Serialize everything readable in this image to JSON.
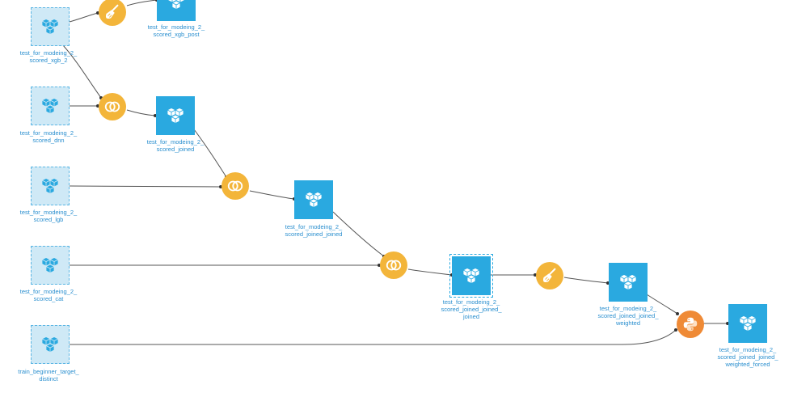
{
  "flow": {
    "datasets": {
      "d1": {
        "label": "test_for_modeing_2_\nscored_xgb_2",
        "icon": "dataset-cubes-icon"
      },
      "d2": {
        "label": "test_for_modeing_2_\nscored_dnn",
        "icon": "dataset-cubes-icon"
      },
      "d3": {
        "label": "test_for_modeing_2_\nscored_lgb",
        "icon": "dataset-cubes-icon"
      },
      "d4": {
        "label": "test_for_modeing_2_\nscored_cat",
        "icon": "dataset-cubes-icon"
      },
      "d5": {
        "label": "train_beginner_target_\ndistinct",
        "icon": "dataset-cubes-icon"
      },
      "o1": {
        "label": "test_for_modeing_2_\nscored_xgb_post",
        "icon": "dataset-cubes-icon"
      },
      "o2": {
        "label": "test_for_modeing_2_\nscored_joined",
        "icon": "dataset-cubes-icon"
      },
      "o3": {
        "label": "test_for_modeing_2_\nscored_joined_joined",
        "icon": "dataset-cubes-icon"
      },
      "o4": {
        "label": "test_for_modeing_2_\nscored_joined_joined_\njoined",
        "icon": "dataset-cubes-icon"
      },
      "o5": {
        "label": "test_for_modeing_2_\nscored_joined_joined_\nweighted",
        "icon": "dataset-cubes-icon"
      },
      "o6": {
        "label": "test_for_modeing_2_\nscored_joined_joined_\nweighted_forced",
        "icon": "dataset-cubes-icon"
      }
    },
    "recipes": {
      "r1": {
        "icon": "broom-icon",
        "type": "prepare",
        "color": "#f3b53a"
      },
      "r2": {
        "icon": "join-icon",
        "type": "join",
        "color": "#f3b53a"
      },
      "r3": {
        "icon": "join-icon",
        "type": "join",
        "color": "#f3b53a"
      },
      "r4": {
        "icon": "join-icon",
        "type": "join",
        "color": "#f3b53a"
      },
      "r5": {
        "icon": "broom-icon",
        "type": "prepare",
        "color": "#f3b53a"
      },
      "r6": {
        "icon": "python-icon",
        "type": "python",
        "color": "#ef8a36"
      }
    },
    "colors": {
      "dataset": "#2aa9e0",
      "input_dataset": "#cfe9f6",
      "label": "#2a8fcf",
      "edge": "#555555"
    }
  }
}
